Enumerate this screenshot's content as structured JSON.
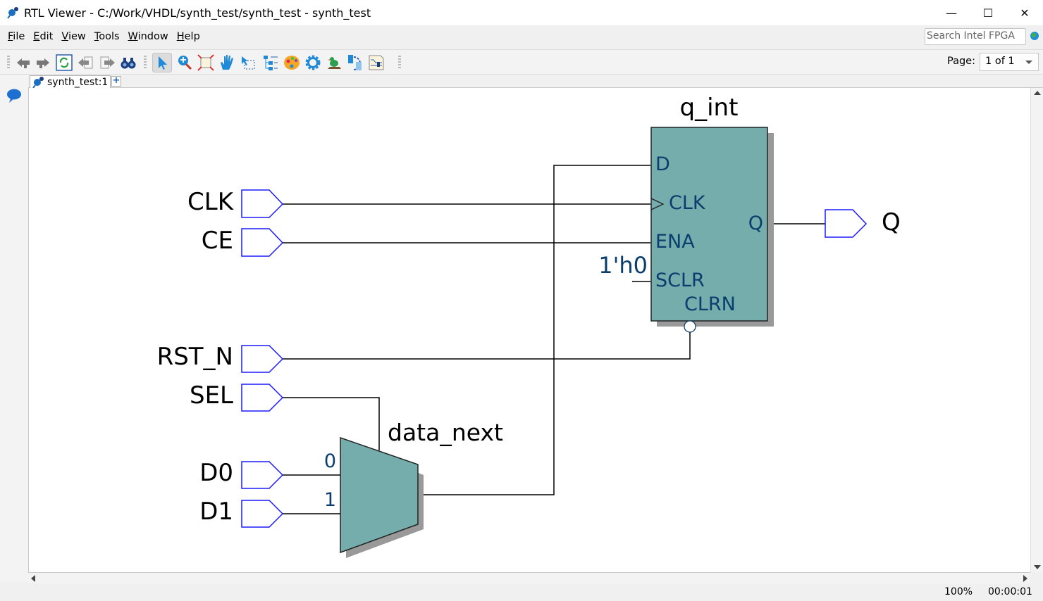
{
  "window": {
    "title": "RTL Viewer - C:/Work/VHDL/synth_test/synth_test - synth_test",
    "minimize": "—",
    "maximize": "☐",
    "close": "✕"
  },
  "menu": [
    "File",
    "Edit",
    "View",
    "Tools",
    "Window",
    "Help"
  ],
  "search": {
    "placeholder": "Search Intel FPGA"
  },
  "toolbar": {
    "icons": [
      "back-icon",
      "forward-icon",
      "refresh-icon",
      "previous-page-icon",
      "next-page-icon",
      "find-icon",
      "select-icon",
      "zoom-icon",
      "fit-window-icon",
      "hand-pan-icon",
      "area-select-icon",
      "hierarchy-icon",
      "color-palette-icon",
      "settings-gear-icon",
      "netlist-bird-icon",
      "state-machine-icon",
      "schematic-export-icon"
    ],
    "page_label": "Page:",
    "page_value": "1 of 1"
  },
  "tabs": [
    {
      "label": "synth_test:1"
    }
  ],
  "tab_add": "+",
  "status": {
    "zoom": "100%",
    "time": "00:00:01"
  },
  "schematic": {
    "colors": {
      "block_fill": "#74adab",
      "port_stroke": "#1a1aff",
      "pin_text": "#0b3d6e",
      "wire": "#000000",
      "shadow": "#999999"
    },
    "inputs": [
      "CLK",
      "CE",
      "RST_N",
      "SEL",
      "D0",
      "D1"
    ],
    "outputs": [
      "Q"
    ],
    "register": {
      "name": "q_int",
      "pins_in": [
        "D",
        "CLK",
        "ENA",
        "SCLR"
      ],
      "pin_bottom": "CLRN",
      "pin_out": "Q",
      "constant": "1'h0"
    },
    "mux": {
      "name": "data_next",
      "inputs": [
        "0",
        "1"
      ]
    }
  }
}
